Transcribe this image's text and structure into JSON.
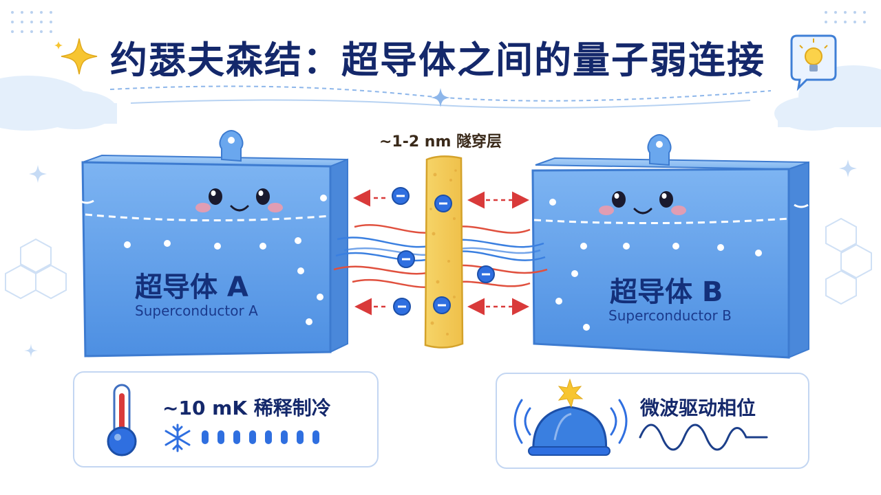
{
  "title": "约瑟夫森结：超导体之间的量子弱连接",
  "gap_label": "~1-2 nm 隧穿层",
  "superconductor_a": {
    "label": "超导体 A",
    "sublabel": "Superconductor A"
  },
  "superconductor_b": {
    "label": "超导体 B",
    "sublabel": "Superconductor B"
  },
  "cooling_panel": {
    "text": "~10 mK 稀释制冷",
    "icons": [
      "thermometer-icon",
      "snowflake-icon"
    ]
  },
  "microwave_panel": {
    "text": "微波驱动相位",
    "icons": [
      "microwave-source-icon",
      "wave-icon"
    ]
  },
  "colors": {
    "title": "#14286b",
    "superconductor": "#5b9ee8",
    "barrier": "#f2c84b",
    "electron": "#2f6fe0",
    "arrow": "#d93a3a",
    "wave_red": "#e0503e",
    "wave_blue": "#3a7fe0"
  }
}
